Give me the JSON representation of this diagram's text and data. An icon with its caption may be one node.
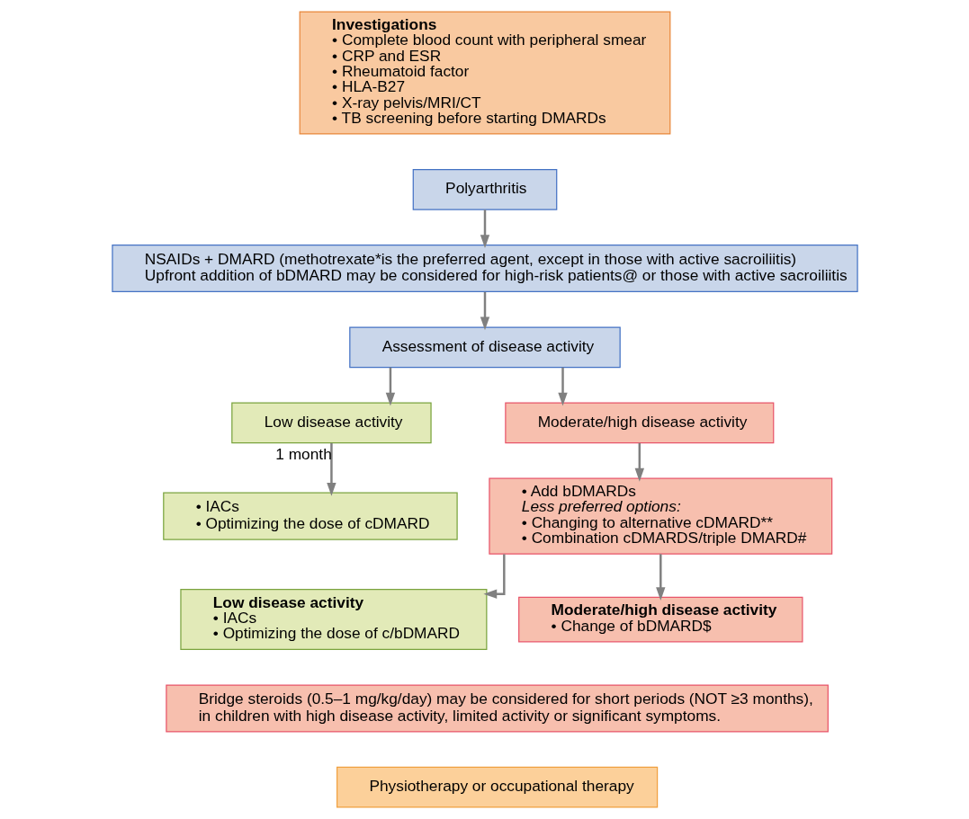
{
  "diagram": {
    "nodes": [
      {
        "text": [
          "Investigations",
          "• Complete blood count with peripheral smear",
          "• CRP and ESR",
          "• Rheumatoid factor",
          "• HLA-B27",
          "• X-ray pelvis/MRI/CT",
          "• TB screening before starting DMARDs"
        ]
      },
      {
        "text": [
          "Polyarthritis"
        ]
      },
      {
        "text": [
          "NSAIDs + DMARD (methotrexate*is the preferred agent, except in those with active sacroiliitis)",
          "Upfront addition of bDMARD may be considered for high-risk patients@ or those with active sacroiliitis"
        ]
      },
      {
        "text": [
          "Assessment of disease activity"
        ]
      },
      {
        "text": [
          "Low disease activity"
        ]
      },
      {
        "text": [
          "Moderate/high disease activity"
        ]
      },
      {
        "text": [
          "• IACs",
          "• Optimizing the dose of cDMARD"
        ]
      },
      {
        "text": [
          "• Add bDMARDs",
          "Less preferred options:",
          "• Changing to alternative cDMARD**",
          "• Combination cDMARDS/triple DMARD#"
        ]
      },
      {
        "text": [
          "Low disease activity",
          "• IACs",
          "• Optimizing the dose of c/bDMARD"
        ]
      },
      {
        "text": [
          "Moderate/high disease activity",
          "• Change of bDMARD$"
        ]
      },
      {
        "text": [
          "Bridge steroids (0.5–1 mg/kg/day) may be considered for short periods (NOT ≥3 months), in children with high disease activity, limited activity or significant symptoms."
        ]
      },
      {
        "text": [
          "Physiotherapy or occupational therapy"
        ]
      }
    ],
    "edges": [
      {
        "from": 1,
        "to": 2,
        "arrow": "to"
      },
      {
        "from": 2,
        "to": 3,
        "arrow": "to"
      },
      {
        "from": 3,
        "to": 4,
        "arrow": "to"
      },
      {
        "from": 3,
        "to": 5,
        "arrow": "to"
      },
      {
        "from": 4,
        "to": 6,
        "arrow": "to",
        "label": "1 month"
      },
      {
        "from": 5,
        "to": 7,
        "arrow": "to"
      },
      {
        "from": 7,
        "to": 8,
        "arrow": "to"
      },
      {
        "from": 7,
        "to": 9,
        "arrow": "to"
      }
    ]
  }
}
